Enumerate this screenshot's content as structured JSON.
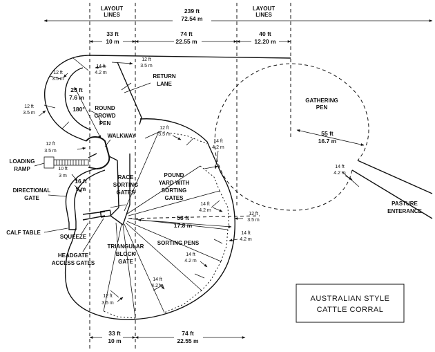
{
  "title": {
    "line1": "AUSTRALIAN STYLE",
    "line2": "CATTLE CORRAL"
  },
  "layout_lines": {
    "left_1": "LAYOUT",
    "left_2": "LINES",
    "right_1": "LAYOUT",
    "right_2": "LINES"
  },
  "top_dims": {
    "overall_ft": "239 ft",
    "overall_m": "72.54 m",
    "a_ft": "33 ft",
    "a_m": "10 m",
    "b_ft": "74 ft",
    "b_m": "22.55 m",
    "c_ft": "40 ft",
    "c_m": "12.20 m"
  },
  "bottom_dims": {
    "a_ft": "33 ft",
    "a_m": "10 m",
    "b_ft": "74 ft",
    "b_m": "22.55 m"
  },
  "labels": {
    "return_1": "RETURN",
    "return_2": "LANE",
    "gathering_1": "GATHERING",
    "gathering_2": "PEN",
    "round_1": "ROUND",
    "round_2": "CROWD",
    "round_3": "PEN",
    "walkway": "WALKWAY",
    "loading_1": "LOADING",
    "loading_2": "RAMP",
    "directional_1": "DIRECTIONAL",
    "directional_2": "GATE",
    "race_1": "RACE",
    "race_2": "SORTING",
    "race_3": "GATES",
    "pound_1": "POUND",
    "pound_2": "YARD WITH",
    "pound_3": "SORTING",
    "pound_4": "GATES",
    "calf_table": "CALF TABLE",
    "squeeze": "SQUEEZE",
    "headgate_1": "HEADGATE",
    "headgate_2": "ACCESS GATES",
    "triangular_1": "TRIANGULAR",
    "triangular_2": "BLOCK",
    "triangular_3": "GATE",
    "sorting_pens": "SORTING PENS",
    "pasture_1": "PASTURE",
    "pasture_2": "ENTERANCE"
  },
  "dims": {
    "d12ft": "12 ft",
    "d35m": "3.5 m",
    "d14ft": "14 ft",
    "d42m": "4.2 m",
    "d25ft": "25 ft",
    "d76m": "7.6 m",
    "d180": "180°",
    "d10ft": "10 ft",
    "d3m": "3 m",
    "d16ft": "16 ft",
    "d5m": "5 m",
    "d55ft": "55 ft",
    "d167m": "16.7 m",
    "d58ft": "58 ft",
    "d178m": "17.8 m"
  }
}
